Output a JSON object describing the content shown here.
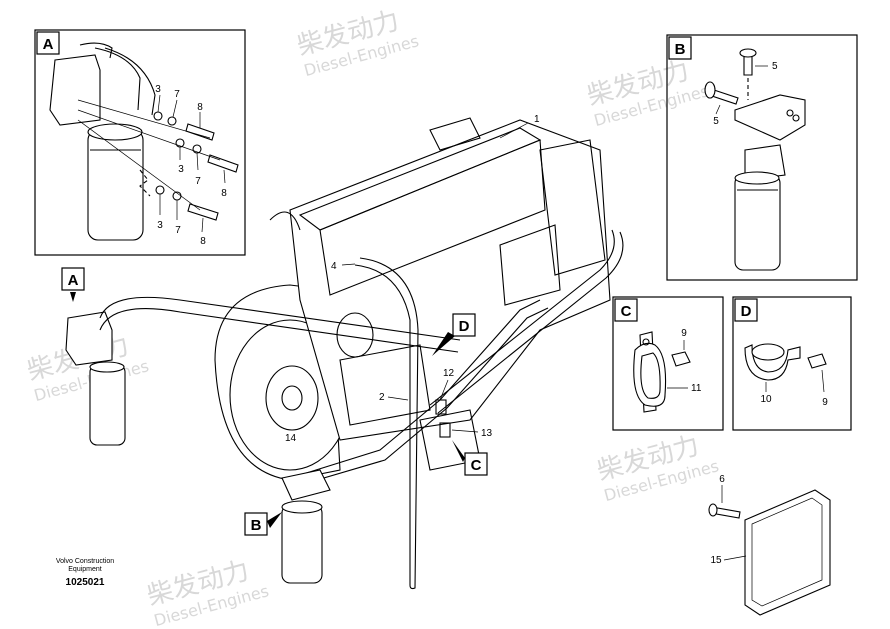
{
  "watermark": {
    "cn": "柴发动力",
    "en": "Diesel-Engines"
  },
  "caption": {
    "line1": "Volvo Construction",
    "line2": "Equipment"
  },
  "doc_number": "1025021",
  "detail_boxes": {
    "a": "A",
    "b": "B",
    "c": "C",
    "d": "D"
  },
  "view_markers": {
    "a": "A",
    "b": "B",
    "c": "C",
    "d": "D"
  },
  "callouts": {
    "n1": "1",
    "n2": "2",
    "n3a": "3",
    "n3b": "3",
    "n3c": "3",
    "n4": "4",
    "n5a": "5",
    "n5b": "5",
    "n6": "6",
    "n7a": "7",
    "n7b": "7",
    "n7c": "7",
    "n8a": "8",
    "n8b": "8",
    "n8c": "8",
    "n9a": "9",
    "n9b": "9",
    "n10": "10",
    "n11": "11",
    "n12": "12",
    "n13": "13",
    "n14": "14",
    "n15": "15"
  }
}
